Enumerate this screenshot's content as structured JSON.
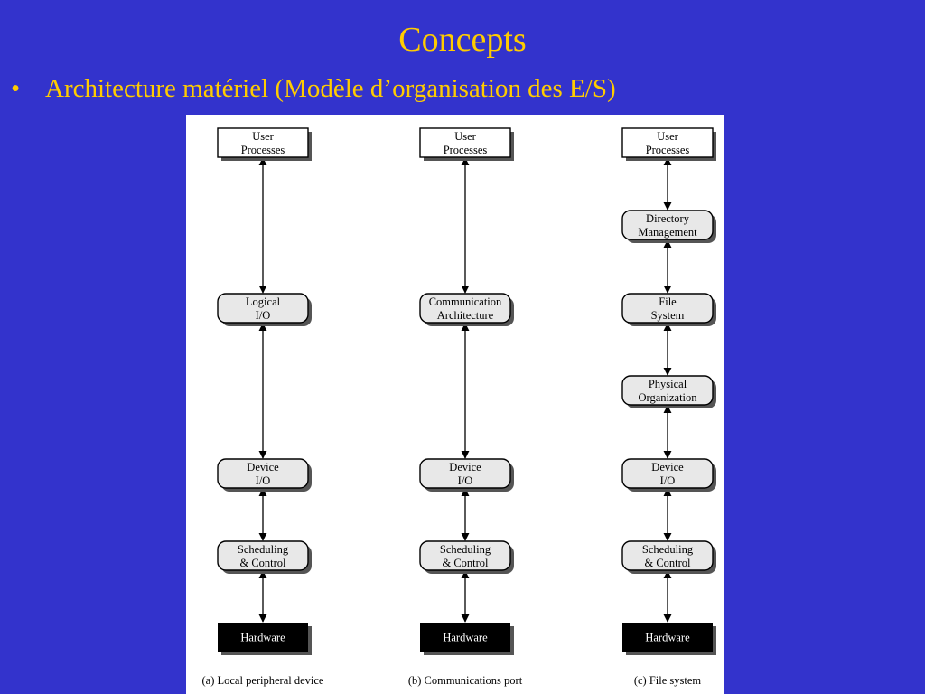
{
  "slide": {
    "title": "Concepts",
    "bullet_marker": "•",
    "bullet_text": "Architecture matériel (Modèle d’organisation des E/S)"
  },
  "colors": {
    "background": "#3333cc",
    "heading_text": "#ffcc00",
    "box_fill": "#e8e8e8",
    "hardware_fill": "#000000"
  },
  "diagram": {
    "columns": [
      {
        "key": "a",
        "caption": "(a) Local peripheral device",
        "boxes": [
          {
            "key": "a1",
            "lines": [
              "User",
              "Processes"
            ],
            "style": "square"
          },
          {
            "key": "a2",
            "lines": [
              "Logical",
              "I/O"
            ],
            "style": "rounded"
          },
          {
            "key": "a3",
            "lines": [
              "Device",
              "I/O"
            ],
            "style": "rounded"
          },
          {
            "key": "a4",
            "lines": [
              "Scheduling",
              "& Control"
            ],
            "style": "rounded"
          },
          {
            "key": "a5",
            "lines": [
              "Hardware"
            ],
            "style": "hardware"
          }
        ]
      },
      {
        "key": "b",
        "caption": "(b) Communications port",
        "boxes": [
          {
            "key": "b1",
            "lines": [
              "User",
              "Processes"
            ],
            "style": "square"
          },
          {
            "key": "b2",
            "lines": [
              "Communication",
              "Architecture"
            ],
            "style": "rounded"
          },
          {
            "key": "b3",
            "lines": [
              "Device",
              "I/O"
            ],
            "style": "rounded"
          },
          {
            "key": "b4",
            "lines": [
              "Scheduling",
              "& Control"
            ],
            "style": "rounded"
          },
          {
            "key": "b5",
            "lines": [
              "Hardware"
            ],
            "style": "hardware"
          }
        ]
      },
      {
        "key": "c",
        "caption": "(c) File system",
        "boxes": [
          {
            "key": "c1",
            "lines": [
              "User",
              "Processes"
            ],
            "style": "square"
          },
          {
            "key": "c2",
            "lines": [
              "Directory",
              "Management"
            ],
            "style": "rounded"
          },
          {
            "key": "c3",
            "lines": [
              "File",
              "System"
            ],
            "style": "rounded"
          },
          {
            "key": "c4",
            "lines": [
              "Physical",
              "Organization"
            ],
            "style": "rounded"
          },
          {
            "key": "c5",
            "lines": [
              "Device",
              "I/O"
            ],
            "style": "rounded"
          },
          {
            "key": "c6",
            "lines": [
              "Scheduling",
              "& Control"
            ],
            "style": "rounded"
          },
          {
            "key": "c7",
            "lines": [
              "Hardware"
            ],
            "style": "hardware"
          }
        ]
      }
    ]
  }
}
